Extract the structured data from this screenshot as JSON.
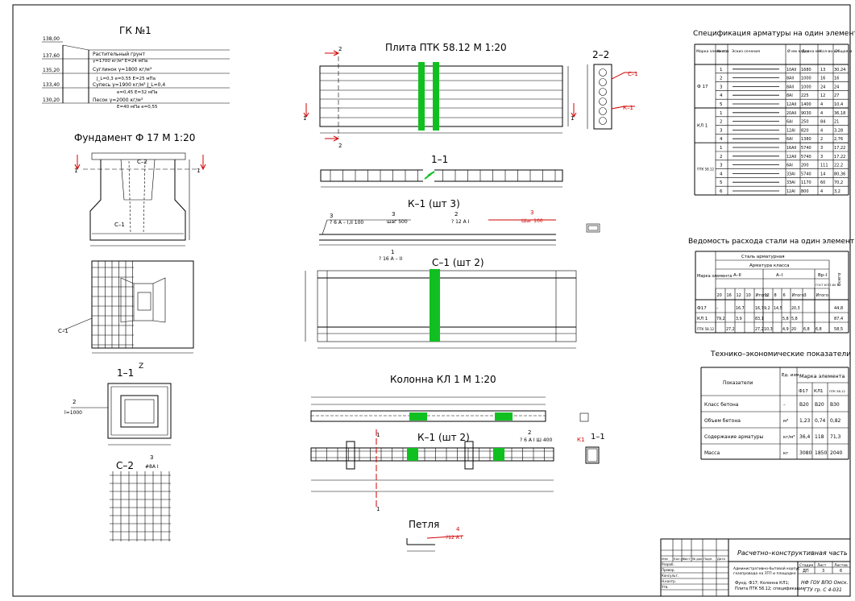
{
  "sheet": {
    "gk_title": "ГК №1",
    "plate_title": "Плита ПТК 58.12   М 1:20",
    "section_22": "2–2",
    "foundation_title": "Фундамент Ф 17   М 1:20",
    "section_11_plate": "1–1",
    "k1_title": "К–1 (шт 3)",
    "c1_title": "С–1 (шт 2)",
    "column_title": "Колонна КЛ 1   М 1:20",
    "k1_col_title": "К–1 (шт 2)",
    "section_11_found": "1–1",
    "c2_title": "С–2",
    "loop_title": "Петля",
    "sec_11_col": "1–1"
  },
  "soil": {
    "marks": [
      "138,00",
      "137,60",
      "135,20",
      "133,40",
      "130,20"
    ],
    "layers": [
      {
        "l1": "Растительный грунт",
        "l2": "γ=1700 кг/м³    Е=24 мПа"
      },
      {
        "l1": "Суглинок γ=1800 кг/м³",
        "l2": "J_L=0,3    e=0,55    E=25 мПа"
      },
      {
        "l1": "Супесь γ=1900 кг/м³  J_L=0,4",
        "l2": "e=0,45    E=32 мПа"
      },
      {
        "l1": "Песок γ=2000 кг/м³",
        "l2": "E=40 мПа    e=0,55"
      }
    ]
  },
  "labels": {
    "c1": "С–1",
    "c2": "С–2",
    "k1": "К–1",
    "k1_col": "К1",
    "z": "Z",
    "z_note": "l=1000",
    "n2": "2",
    "n3": "3",
    "n1": "1",
    "n4": "4",
    "k1_note_3a": "? 6 А – l,II 100",
    "k1_note_3b": "шаг 500",
    "k1_note_2": "? 12 А I",
    "k1_note_3r": "Шаг 100",
    "k1_note_1": "? 16 А – II",
    "col_note": "? 6 А I Ш 400",
    "loop_note": "?12 А I",
    "c2_note": "#8А I"
  },
  "spec": {
    "title": "Спецификация арматуры на один элемент",
    "headers": [
      "Марка элемента",
      "№ поз",
      "Эскиз сечения",
      "Ø мм класс",
      "Длина мм",
      "Кол-во шт",
      "Общая м"
    ],
    "rows": [
      {
        "el": "Ф 17",
        "pos": "1",
        "d": "10АII",
        "len": "1680",
        "n": "13",
        "tot": "30,24"
      },
      {
        "el": "",
        "pos": "2",
        "d": "8АII",
        "len": "1000",
        "n": "16",
        "tot": "16"
      },
      {
        "el": "",
        "pos": "3",
        "d": "8АII",
        "len": "1000",
        "n": "24",
        "tot": "24"
      },
      {
        "el": "",
        "pos": "4",
        "d": "8АI",
        "len": "225",
        "n": "12",
        "tot": "27"
      },
      {
        "el": "",
        "pos": "5",
        "d": "12АII",
        "len": "1400",
        "n": "4",
        "tot": "10,4"
      },
      {
        "el": "КЛ 1",
        "pos": "1",
        "d": "20АII",
        "len": "9030",
        "n": "4",
        "tot": "36,18"
      },
      {
        "el": "",
        "pos": "2",
        "d": "6АI",
        "len": "250",
        "n": "84",
        "tot": "21"
      },
      {
        "el": "",
        "pos": "3",
        "d": "12АI",
        "len": "820",
        "n": "4",
        "tot": "3,28"
      },
      {
        "el": "",
        "pos": "4",
        "d": "6АI",
        "len": "1380",
        "n": "2",
        "tot": "2,76"
      },
      {
        "el": "ПТК 58.12",
        "pos": "1",
        "d": "16АII",
        "len": "5740",
        "n": "3",
        "tot": "17,22"
      },
      {
        "el": "",
        "pos": "2",
        "d": "12АII",
        "len": "5740",
        "n": "3",
        "tot": "17,22"
      },
      {
        "el": "",
        "pos": "3",
        "d": "6АI",
        "len": "200",
        "n": "111",
        "tot": "22,2"
      },
      {
        "el": "",
        "pos": "4",
        "d": "3ЗАI",
        "len": "5740",
        "n": "14",
        "tot": "80,36"
      },
      {
        "el": "",
        "pos": "5",
        "d": "3ЗАI",
        "len": "1170",
        "n": "60",
        "tot": "70,2"
      },
      {
        "el": "",
        "pos": "6",
        "d": "12АI",
        "len": "800",
        "n": "4",
        "tot": "3,2"
      }
    ]
  },
  "steel": {
    "title": "Ведомость расхода стали на один элемент",
    "h_mark": "Марка элемента",
    "h_steel": "Сталь арматурная",
    "h_cls": "Арматура класса",
    "h_a2": "А–II",
    "h_a1": "А–I",
    "h_bp": "Вр–I",
    "h_total": "Всего",
    "h_gost": "ГОСТ 6727-80",
    "diam": [
      "20",
      "16",
      "12",
      "10",
      "Итого",
      "12",
      "8",
      "6",
      "Итого",
      "3",
      "Итого"
    ],
    "rows": [
      {
        "el": "Ф17",
        "v": [
          "–",
          "",
          "16,7",
          "",
          "16,7",
          "9,2",
          "14,5",
          "",
          "20,3",
          "",
          ""
        ],
        "tot": "44,8"
      },
      {
        "el": "КЛ 1",
        "v": [
          "79,2",
          "",
          "3,9",
          "",
          "83,1",
          "",
          "",
          "5,8",
          "5,8",
          "",
          ""
        ],
        "tot": "87,4"
      },
      {
        "el": "ПТК 58.12",
        "v": [
          "",
          "27,2",
          "",
          "",
          "27,2",
          "10,3",
          "",
          "4,9",
          "20",
          "6,8",
          "6,8"
        ],
        "tot": "58,5"
      }
    ]
  },
  "tech": {
    "title": "Технико–экономические показатели",
    "h_ind": "Показатели",
    "h_unit": "Ед. изм.",
    "h_mark": "Марка элемента",
    "marks": [
      "Ф17",
      "КЛ1",
      "ПТК 58.12"
    ],
    "rows": [
      {
        "name": "Класс бетона",
        "unit": "–",
        "v": [
          "В20",
          "В20",
          "В30"
        ]
      },
      {
        "name": "Объем бетона",
        "unit": "м³",
        "v": [
          "1,23",
          "0,74",
          "0,82"
        ]
      },
      {
        "name": "Содержание арматуры",
        "unit": "кг/м³",
        "v": [
          "36,4",
          "118",
          "71,3"
        ]
      },
      {
        "name": "Масса",
        "unit": "кг",
        "v": [
          "3080",
          "1850",
          "2040"
        ]
      }
    ]
  },
  "stamp": {
    "title": "Расчетно–конструктивная часть",
    "desc1": "Административно-бытовой корпус",
    "desc2": "газопровода на ЗТП и площадке",
    "desc3": "Фунд. Ф17; Колонна КЛ1;",
    "desc4": "Плита ПТК 58.12; спецификации",
    "stage_h": "Стадия",
    "sheet_h": "Лист",
    "sheets_h": "Листов",
    "stage": "ДП",
    "sheet": "3",
    "sheets": "6",
    "org1": "НФ ГОУ ВПО Омск.",
    "org2": "ГТУ гр. С 4-031",
    "cols": [
      "Изм",
      "Кол.уч",
      "Лист",
      "№ док",
      "Подп.",
      "Дата"
    ],
    "roles": [
      "Разраб.",
      "Провер.",
      "Консульт.",
      "Н.контр.",
      "Утв."
    ]
  }
}
